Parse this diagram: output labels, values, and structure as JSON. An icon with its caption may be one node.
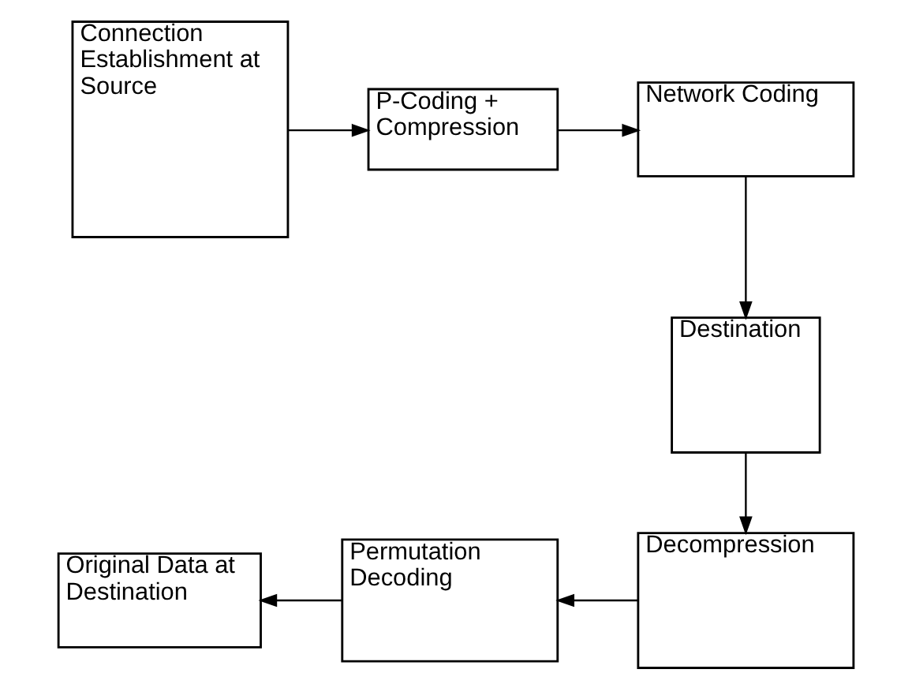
{
  "diagram": {
    "nodes": [
      {
        "text": [
          "Connection Establishment at Source"
        ]
      },
      {
        "text": [
          "P-Coding + Compression"
        ]
      },
      {
        "text": [
          "Network Coding"
        ]
      },
      {
        "text": [
          "Destination"
        ]
      },
      {
        "text": [
          "Decompression"
        ]
      },
      {
        "text": [
          "Permutation Decoding"
        ]
      },
      {
        "text": [
          "Original Data at Destination"
        ]
      }
    ],
    "edges": [
      {
        "from": 0,
        "to": 1,
        "arrow": "to"
      },
      {
        "from": 1,
        "to": 2,
        "arrow": "to"
      },
      {
        "from": 2,
        "to": 3,
        "arrow": "to"
      },
      {
        "from": 3,
        "to": 4,
        "arrow": "to"
      },
      {
        "from": 4,
        "to": 5,
        "arrow": "to"
      },
      {
        "from": 5,
        "to": 6,
        "arrow": "to"
      }
    ]
  }
}
